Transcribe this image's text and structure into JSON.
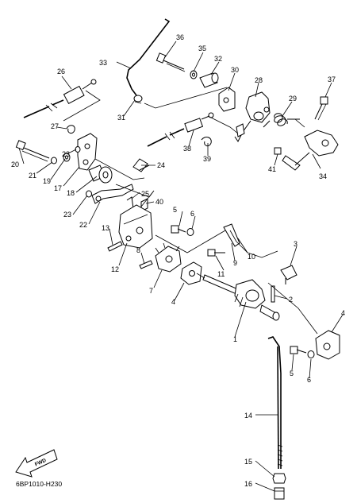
{
  "diagram": {
    "drawing_code": "6BP1010-H230",
    "fwd_label": "FWD",
    "callouts": {
      "c1": "1",
      "c2": "2",
      "c3": "3",
      "c4a": "4",
      "c4b": "4",
      "c5a": "5",
      "c5b": "5",
      "c6a": "6",
      "c6b": "6",
      "c7": "7",
      "c8": "8",
      "c9": "9",
      "c10": "10",
      "c11": "11",
      "c12": "12",
      "c13": "13",
      "c14": "14",
      "c15": "15",
      "c16": "16",
      "c17": "17",
      "c18": "18",
      "c19": "19",
      "c20": "20",
      "c21": "21",
      "c22": "22",
      "c23a": "23",
      "c23b": "23",
      "c24": "24",
      "c25": "25",
      "c26": "26",
      "c27": "27",
      "c28": "28",
      "c29": "29",
      "c30": "30",
      "c31": "31",
      "c32": "32",
      "c33": "33",
      "c34": "34",
      "c35": "35",
      "c36": "36",
      "c37": "37",
      "c38": "38",
      "c39": "39",
      "c40": "40",
      "c41": "41"
    }
  }
}
